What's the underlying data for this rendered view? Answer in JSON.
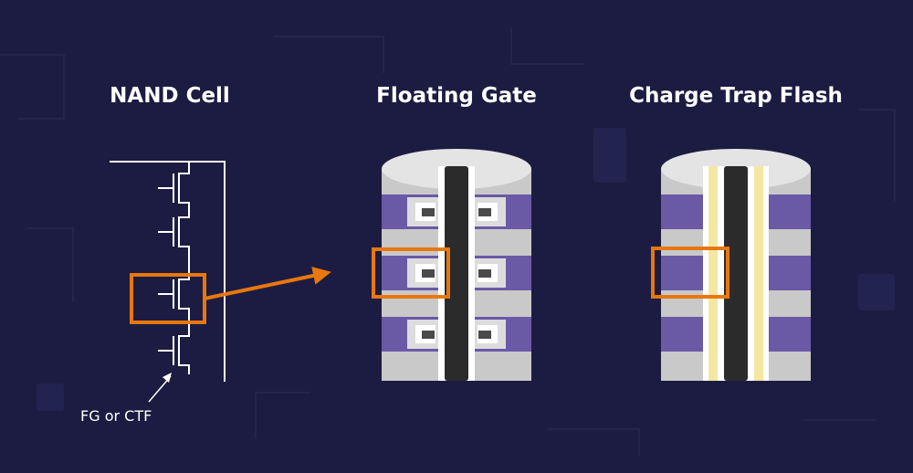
{
  "titles": {
    "nand_cell": "NAND Cell",
    "floating_gate": "Floating Gate",
    "charge_trap_flash": "Charge Trap Flash"
  },
  "annotation": {
    "fg_or_ctf": "FG or CTF"
  },
  "colors": {
    "background": "#1c1c42",
    "line_white": "#ffffff",
    "highlight_orange": "#e8770e",
    "cylinder_gray": "#c9c9c9",
    "cylinder_top": "#e4e4e4",
    "gate_purple": "#6a5aa6",
    "channel_dark": "#2b2b2b",
    "trap_layer_yellow": "#f4e7a2"
  }
}
